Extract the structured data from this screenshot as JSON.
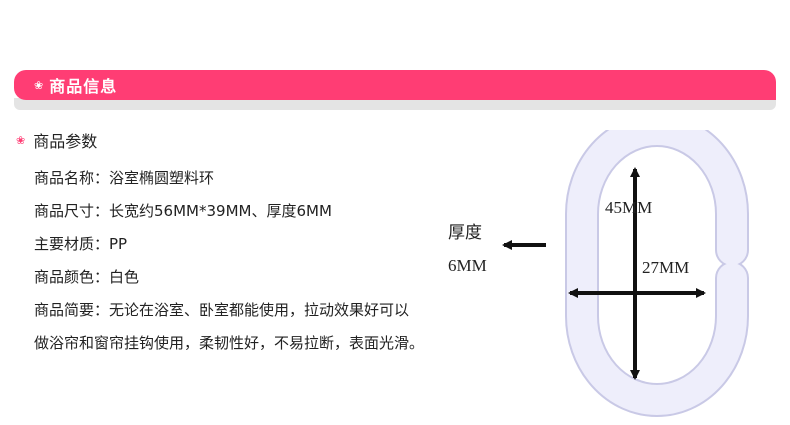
{
  "header": {
    "bullet": "❀",
    "title": "商品信息"
  },
  "section": {
    "bullet": "❀",
    "title": "商品参数"
  },
  "specs": [
    {
      "label": "商品名称：",
      "value": "浴室椭圆塑料环"
    },
    {
      "label": "商品尺寸：",
      "value": "长宽约56MM*39MM、厚度6MM"
    },
    {
      "label": "主要材质：",
      "value": "PP"
    },
    {
      "label": "商品颜色：",
      "value": "白色"
    },
    {
      "label": "商品简要：",
      "value": "无论在浴室、卧室都能使用，拉动效果好可以做浴帘和窗帘挂钩使用，柔韧性好，不易拉断，表面光滑。"
    }
  ],
  "diagram": {
    "height_label": "45MM",
    "width_label": "27MM",
    "thickness_label_line1": "厚度",
    "thickness_label_line2": "6MM",
    "ring_color": "#eeeefb",
    "ring_edge_color": "#c9c9e6",
    "arrow_color": "#111111"
  }
}
